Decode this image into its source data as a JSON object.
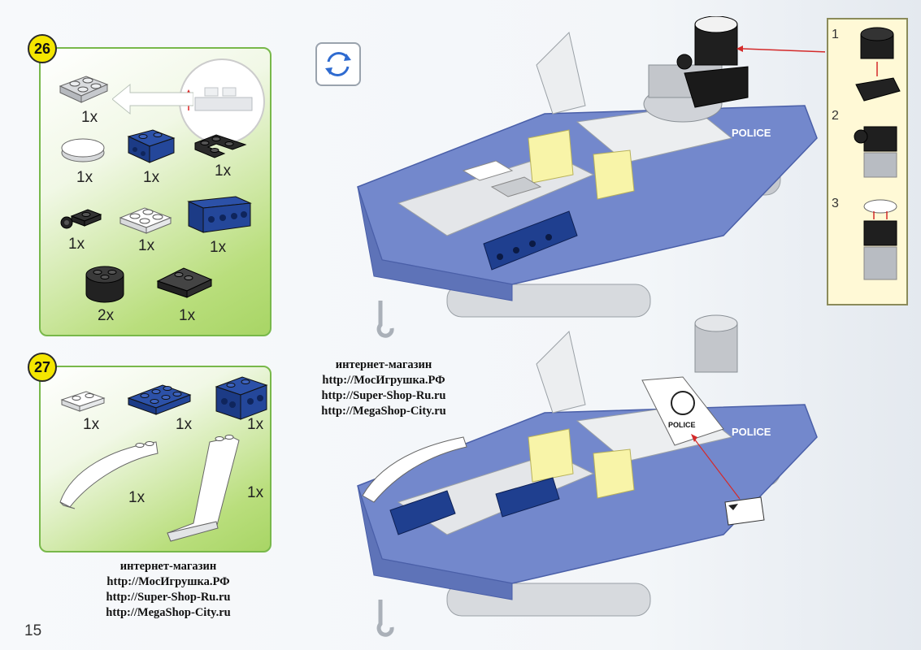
{
  "step26": {
    "number": "26",
    "parts": [
      {
        "icon": "gray-plate-2x2-icon",
        "qty": "1x"
      },
      {
        "icon": "white-round-tile-icon",
        "qty": "1x"
      },
      {
        "icon": "blue-bracket-icon",
        "qty": "1x"
      },
      {
        "icon": "black-corner-plate-icon",
        "qty": "1x"
      },
      {
        "icon": "black-clip-plate-icon",
        "qty": "1x"
      },
      {
        "icon": "white-plate-2x2-icon",
        "qty": "1x"
      },
      {
        "icon": "blue-bracket-1x4-icon",
        "qty": "1x"
      },
      {
        "icon": "black-round-brick-icon",
        "qty": "2x"
      },
      {
        "icon": "black-slope-icon",
        "qty": "1x"
      }
    ]
  },
  "step27": {
    "number": "27",
    "parts": [
      {
        "icon": "white-plate-1x2-icon",
        "qty": "1x"
      },
      {
        "icon": "blue-plate-2x3-icon",
        "qty": "1x"
      },
      {
        "icon": "blue-bracket-2x2-icon",
        "qty": "1x"
      },
      {
        "icon": "white-curved-slope-icon",
        "qty": "1x"
      },
      {
        "icon": "white-tail-fin-icon",
        "qty": "1x"
      }
    ]
  },
  "subassembly": {
    "steps": [
      "1",
      "2",
      "3"
    ]
  },
  "shop_top": {
    "line1": "интернет-магазин",
    "line2": "http://МосИгрушка.РФ",
    "line3": "http://Super-Shop-Ru.ru",
    "line4": "http://MegaShop-City.ru"
  },
  "shop_bottom": {
    "line1": "интернет-магазин",
    "line2": "http://МосИгрушка.РФ",
    "line3": "http://Super-Shop-Ru.ru",
    "line4": "http://MegaShop-City.ru"
  },
  "model": {
    "police_label_top": "POLICE",
    "police_label_bottom": "POLICE",
    "sticker_label": "POLICE"
  },
  "page_number": "15",
  "colors": {
    "panel_border": "#78b84a",
    "badge_yellow": "#f4e600",
    "brick_blue": "#1f3f8f",
    "model_blue": "#7388cc",
    "arrow_red": "#d42a2a"
  }
}
